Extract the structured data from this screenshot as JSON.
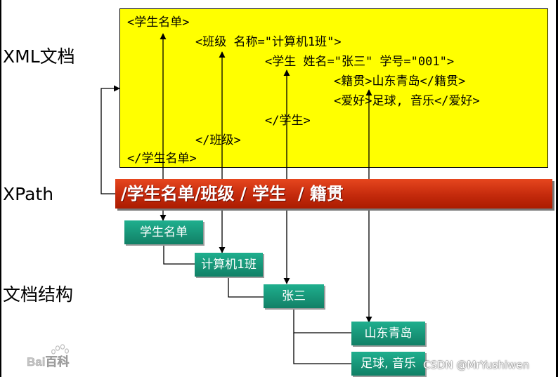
{
  "labels": {
    "xml": "XML文档",
    "xpath": "XPath",
    "structure": "文档结构"
  },
  "xml_lines": [
    "<学生名单>",
    "<班级 名称=\"计算机1班\">",
    "<学生 姓名=\"张三\" 学号=\"001\">",
    "<籍贯>山东青岛</籍贯>",
    "<爱好>足球, 音乐</爱好>",
    "</学生>",
    "</班级>",
    "</学生名单>"
  ],
  "xpath_expression": "/学生名单/班级 / 学生  / 籍贯",
  "tree_nodes": [
    "学生名单",
    "计算机1班",
    "张三",
    "山东青岛",
    "足球, 音乐"
  ],
  "logo_text": "Bai百科",
  "watermark": "CSDN @MrYushiwen",
  "colors": {
    "xml_box": "#ffff00",
    "xpath_bar": "#c42a0c",
    "node": "#11866b"
  }
}
